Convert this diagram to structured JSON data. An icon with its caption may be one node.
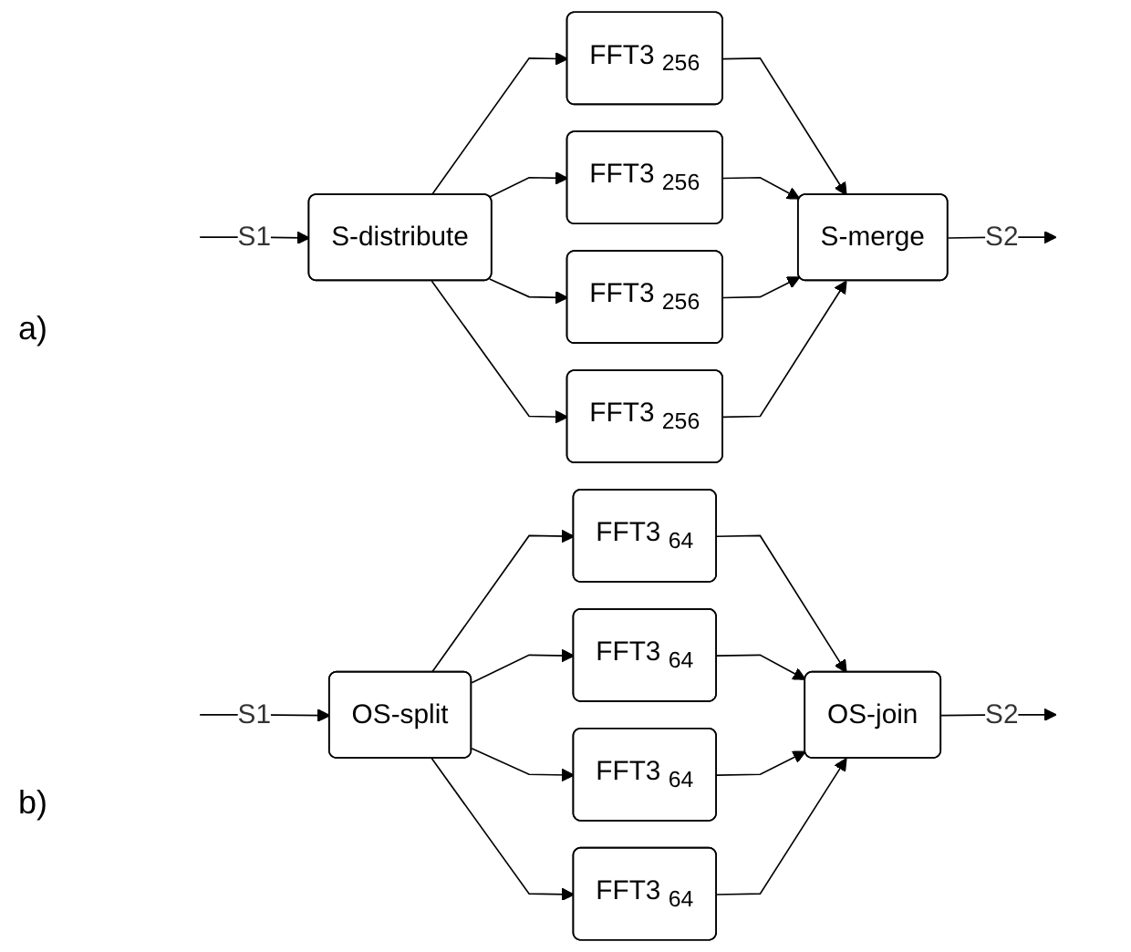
{
  "diagram": {
    "nodes": [
      {
        "text": [
          "S-distribute"
        ]
      },
      {
        "text": [
          "FFT3 $_{256}$"
        ]
      },
      {
        "text": [
          "FFT3 $_{256}$"
        ]
      },
      {
        "text": [
          "FFT3 $_{256}$"
        ]
      },
      {
        "text": [
          "FFT3 $_{256}$"
        ]
      },
      {
        "text": [
          "S-merge"
        ]
      },
      {
        "text": [
          "OS-split"
        ]
      },
      {
        "text": [
          "FFT3 $_{64}$"
        ]
      },
      {
        "text": [
          "FFT3 $_{64}$"
        ]
      },
      {
        "text": [
          "FFT3 $_{64}$"
        ]
      },
      {
        "text": [
          "FFT3 $_{64}$"
        ]
      },
      {
        "text": [
          "OS-join"
        ]
      }
    ],
    "edges": [
      {
        "from": null,
        "to": 0,
        "arrow": "to",
        "label": "S1"
      },
      {
        "from": 0,
        "to": 1,
        "arrow": "to"
      },
      {
        "from": 0,
        "to": 2,
        "arrow": "to"
      },
      {
        "from": 0,
        "to": 3,
        "arrow": "to"
      },
      {
        "from": 0,
        "to": 4,
        "arrow": "to"
      },
      {
        "from": 1,
        "to": 5,
        "arrow": "to"
      },
      {
        "from": 2,
        "to": 5,
        "arrow": "to"
      },
      {
        "from": 3,
        "to": 5,
        "arrow": "to"
      },
      {
        "from": 4,
        "to": 5,
        "arrow": "to"
      },
      {
        "from": 5,
        "to": null,
        "arrow": "to",
        "label": "S2"
      },
      {
        "from": null,
        "to": 6,
        "arrow": "to",
        "label": "S1"
      },
      {
        "from": 6,
        "to": 7,
        "arrow": "to"
      },
      {
        "from": 6,
        "to": 8,
        "arrow": "to"
      },
      {
        "from": 6,
        "to": 9,
        "arrow": "to"
      },
      {
        "from": 6,
        "to": 10,
        "arrow": "to"
      },
      {
        "from": 7,
        "to": 11,
        "arrow": "to"
      },
      {
        "from": 8,
        "to": 11,
        "arrow": "to"
      },
      {
        "from": 9,
        "to": 11,
        "arrow": "to"
      },
      {
        "from": 10,
        "to": 11,
        "arrow": "to"
      },
      {
        "from": 11,
        "to": null,
        "arrow": "to",
        "label": "S2"
      }
    ],
    "labels": [
      "a)",
      "b)"
    ]
  }
}
